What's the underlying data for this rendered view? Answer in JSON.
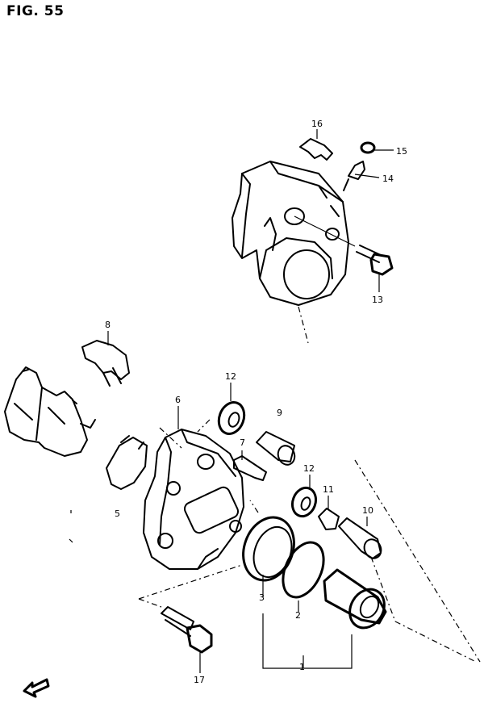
{
  "figure": {
    "title": "FIG. 55"
  },
  "parts": {
    "p1": "1",
    "p2": "2",
    "p3": "3",
    "p5": "5",
    "p6": "6",
    "p7": "7",
    "p8": "8",
    "p9": "9",
    "p10": "10",
    "p11": "11",
    "p12a": "12",
    "p12b": "12",
    "p13": "13",
    "p14": "14",
    "p15": "15",
    "p16": "16",
    "p17": "17"
  },
  "icons": {
    "orientation": "front-arrow-icon"
  }
}
